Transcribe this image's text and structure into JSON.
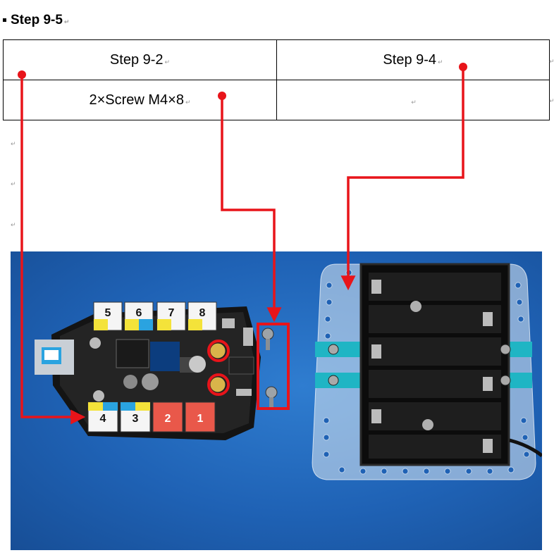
{
  "heading": {
    "text": "Step 9-5"
  },
  "table": {
    "row1": {
      "left": "Step 9-2",
      "right": "Step 9-4"
    },
    "row2": {
      "left": "2×Screw M4×8",
      "right": ""
    }
  },
  "photo": {
    "cube_labels_top": [
      "5",
      "6",
      "7",
      "8"
    ],
    "cube_labels_bottom": [
      "4",
      "3",
      "2",
      "1"
    ]
  },
  "colors": {
    "arrow": "#e8141a",
    "background_blue": "#1f62b5",
    "cube_red": "#e9584a",
    "cube_yellow": "#f4e33a",
    "cube_blue": "#2aa3e0",
    "bracket_cyan": "#1fb5c4"
  }
}
